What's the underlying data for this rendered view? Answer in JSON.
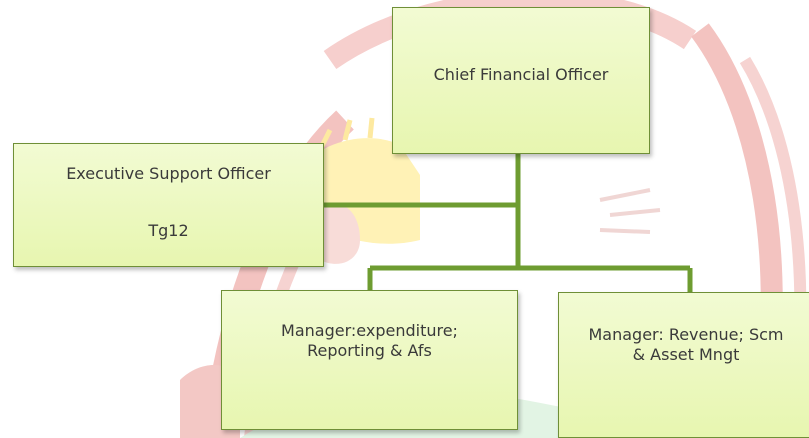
{
  "colors": {
    "node_fill_top": "#f2fbd3",
    "node_fill_bottom": "#e7f6b0",
    "node_border": "#6f8f37",
    "connector": "#6e9c31",
    "watermark_red": "#d8312f",
    "watermark_yellow": "#ffe25a",
    "watermark_green": "#9fe0a6"
  },
  "org_chart": {
    "nodes": [
      {
        "id": "cfo",
        "label": "Chief Financial Officer"
      },
      {
        "id": "eso",
        "label": "Executive Support Officer",
        "grade": "Tg12"
      },
      {
        "id": "exp",
        "label": "Manager:expenditure;\nReporting & Afs"
      },
      {
        "id": "rev",
        "label": "Manager: Revenue; Scm\n& Asset Mngt"
      }
    ],
    "edges": [
      {
        "from": "cfo",
        "to": "eso"
      },
      {
        "from": "cfo",
        "to": "exp"
      },
      {
        "from": "cfo",
        "to": "rev"
      }
    ]
  }
}
